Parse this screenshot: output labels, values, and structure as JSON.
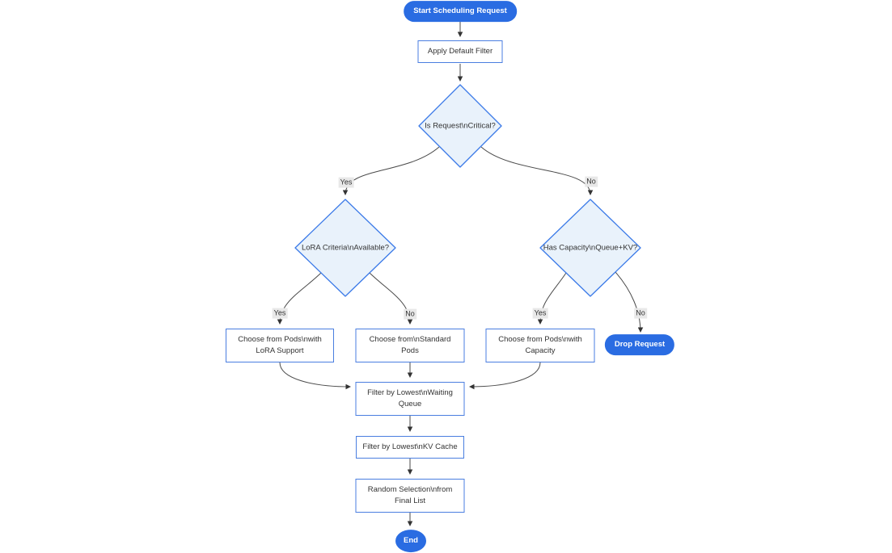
{
  "diagram": {
    "type": "flowchart",
    "direction": "top-down",
    "colors": {
      "canvas_bg": "#ffffff",
      "pill_fill": "#2a6ce2",
      "pill_text": "#ffffff",
      "rect_fill": "#ffffff",
      "rect_border": "#4a7ee0",
      "diamond_fill": "#e9f2fb",
      "diamond_border": "#3b7ae8",
      "node_text": "#333333",
      "edge_line": "#4a4a4a",
      "arrowhead": "#333333",
      "edge_label_bg": "#e8e8e8"
    },
    "nodes": {
      "start": {
        "label": "Start Scheduling Request",
        "shape": "pill"
      },
      "apply_filter": {
        "label": "Apply Default Filter",
        "shape": "rect"
      },
      "is_critical": {
        "label": "Is Request\\nCritical?",
        "shape": "diamond"
      },
      "lora_criteria": {
        "label": "LoRA Criteria\\nAvailable?",
        "shape": "diamond"
      },
      "has_capacity": {
        "label": "Has Capacity\\nQueue+KV?",
        "shape": "diamond"
      },
      "choose_lora_pods": {
        "label": "Choose from Pods\\nwith LoRA Support",
        "shape": "rect"
      },
      "choose_standard_pods": {
        "label": "Choose from\\nStandard Pods",
        "shape": "rect"
      },
      "choose_capacity_pods": {
        "label": "Choose from Pods\\nwith Capacity",
        "shape": "rect"
      },
      "drop_request": {
        "label": "Drop Request",
        "shape": "pill"
      },
      "filter_waiting_queue": {
        "label": "Filter by Lowest\\nWaiting Queue",
        "shape": "rect"
      },
      "filter_kv_cache": {
        "label": "Filter by Lowest\\nKV Cache",
        "shape": "rect"
      },
      "random_selection": {
        "label": "Random Selection\\nfrom Final List",
        "shape": "rect"
      },
      "end": {
        "label": "End",
        "shape": "pill"
      }
    },
    "edges": [
      {
        "from": "start",
        "to": "apply_filter",
        "label": ""
      },
      {
        "from": "apply_filter",
        "to": "is_critical",
        "label": ""
      },
      {
        "from": "is_critical",
        "to": "lora_criteria",
        "label": "Yes"
      },
      {
        "from": "is_critical",
        "to": "has_capacity",
        "label": "No"
      },
      {
        "from": "lora_criteria",
        "to": "choose_lora_pods",
        "label": "Yes"
      },
      {
        "from": "lora_criteria",
        "to": "choose_standard_pods",
        "label": "No"
      },
      {
        "from": "has_capacity",
        "to": "choose_capacity_pods",
        "label": "Yes"
      },
      {
        "from": "has_capacity",
        "to": "drop_request",
        "label": "No"
      },
      {
        "from": "choose_lora_pods",
        "to": "filter_waiting_queue",
        "label": ""
      },
      {
        "from": "choose_standard_pods",
        "to": "filter_waiting_queue",
        "label": ""
      },
      {
        "from": "choose_capacity_pods",
        "to": "filter_waiting_queue",
        "label": ""
      },
      {
        "from": "filter_waiting_queue",
        "to": "filter_kv_cache",
        "label": ""
      },
      {
        "from": "filter_kv_cache",
        "to": "random_selection",
        "label": ""
      },
      {
        "from": "random_selection",
        "to": "end",
        "label": ""
      }
    ]
  }
}
